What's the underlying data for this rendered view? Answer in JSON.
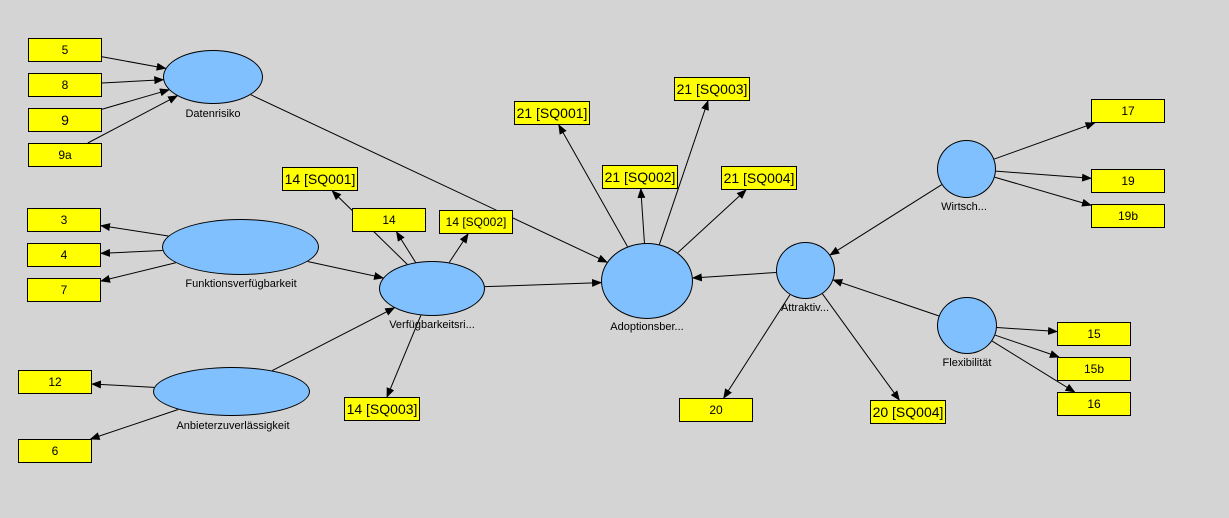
{
  "diagram": {
    "latent_variables": [
      {
        "id": "datenrisiko",
        "label": "Datenrisiko"
      },
      {
        "id": "funktion",
        "label": "Funktionsverfügbarkeit"
      },
      {
        "id": "anbieter",
        "label": "Anbieterzuverlässigkeit"
      },
      {
        "id": "verfueg",
        "label": "Verfügbarkeitsri..."
      },
      {
        "id": "adoption",
        "label": "Adoptionsber..."
      },
      {
        "id": "attraktiv",
        "label": "Attraktiv..."
      },
      {
        "id": "wirtsch",
        "label": "Wirtsch..."
      },
      {
        "id": "flex",
        "label": "Flexibilität"
      }
    ],
    "indicators": [
      {
        "id": "i5",
        "label": "5"
      },
      {
        "id": "i8",
        "label": "8"
      },
      {
        "id": "i9",
        "label": "9"
      },
      {
        "id": "i9a",
        "label": "9a"
      },
      {
        "id": "i3",
        "label": "3"
      },
      {
        "id": "i4",
        "label": "4"
      },
      {
        "id": "i7",
        "label": "7"
      },
      {
        "id": "i12",
        "label": "12"
      },
      {
        "id": "i6",
        "label": "6"
      },
      {
        "id": "i14s1",
        "label": "14 [SQ001]"
      },
      {
        "id": "i14",
        "label": "14"
      },
      {
        "id": "i14s2",
        "label": "14 [SQ002]"
      },
      {
        "id": "i14s3",
        "label": "14 [SQ003]"
      },
      {
        "id": "i21s1",
        "label": "21 [SQ001]"
      },
      {
        "id": "i21s2",
        "label": "21 [SQ002]"
      },
      {
        "id": "i21s3",
        "label": "21 [SQ003]"
      },
      {
        "id": "i21s4",
        "label": "21 [SQ004]"
      },
      {
        "id": "i20",
        "label": "20"
      },
      {
        "id": "i20s4",
        "label": "20 [SQ004]"
      },
      {
        "id": "i17",
        "label": "17"
      },
      {
        "id": "i19",
        "label": "19"
      },
      {
        "id": "i19b",
        "label": "19b"
      },
      {
        "id": "i15",
        "label": "15"
      },
      {
        "id": "i15b",
        "label": "15b"
      },
      {
        "id": "i16",
        "label": "16"
      }
    ],
    "edges": [
      {
        "from": "i5",
        "to": "datenrisiko"
      },
      {
        "from": "i8",
        "to": "datenrisiko"
      },
      {
        "from": "i9",
        "to": "datenrisiko"
      },
      {
        "from": "i9a",
        "to": "datenrisiko"
      },
      {
        "from": "funktion",
        "to": "i3"
      },
      {
        "from": "funktion",
        "to": "i4"
      },
      {
        "from": "funktion",
        "to": "i7"
      },
      {
        "from": "anbieter",
        "to": "i12"
      },
      {
        "from": "anbieter",
        "to": "i6"
      },
      {
        "from": "verfueg",
        "to": "i14s1"
      },
      {
        "from": "verfueg",
        "to": "i14"
      },
      {
        "from": "verfueg",
        "to": "i14s2"
      },
      {
        "from": "verfueg",
        "to": "i14s3"
      },
      {
        "from": "funktion",
        "to": "verfueg"
      },
      {
        "from": "anbieter",
        "to": "verfueg"
      },
      {
        "from": "datenrisiko",
        "to": "adoption"
      },
      {
        "from": "verfueg",
        "to": "adoption"
      },
      {
        "from": "adoption",
        "to": "i21s1"
      },
      {
        "from": "adoption",
        "to": "i21s2"
      },
      {
        "from": "adoption",
        "to": "i21s3"
      },
      {
        "from": "adoption",
        "to": "i21s4"
      },
      {
        "from": "attraktiv",
        "to": "adoption"
      },
      {
        "from": "attraktiv",
        "to": "i20"
      },
      {
        "from": "attraktiv",
        "to": "i20s4"
      },
      {
        "from": "wirtsch",
        "to": "attraktiv"
      },
      {
        "from": "flex",
        "to": "attraktiv"
      },
      {
        "from": "wirtsch",
        "to": "i17"
      },
      {
        "from": "wirtsch",
        "to": "i19"
      },
      {
        "from": "wirtsch",
        "to": "i19b"
      },
      {
        "from": "flex",
        "to": "i15"
      },
      {
        "from": "flex",
        "to": "i15b"
      },
      {
        "from": "flex",
        "to": "i16"
      }
    ]
  }
}
